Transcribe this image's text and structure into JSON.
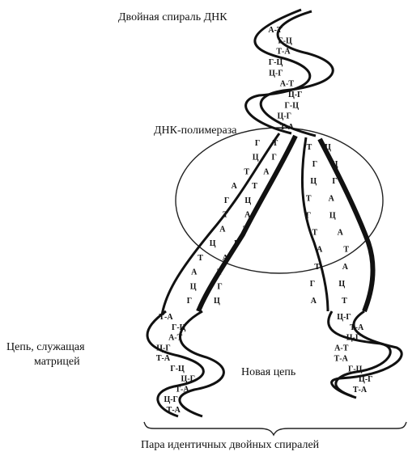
{
  "labels": {
    "title": "Двойная спираль ДНК",
    "polymerase": "ДНК-полимераза",
    "template_line1": "Цепь, служащая",
    "template_line2": "матрицей",
    "new_strand": "Новая цепь",
    "pair": "Пара идентичных двойных спиралей"
  },
  "bases": {
    "top_helix": [
      "А-Т",
      "Г-Ц",
      "Т-А",
      "Г-Ц",
      "Ц-Г",
      "А-Т",
      "Ц-Г",
      "Г-Ц",
      "Ц-Г",
      "Т-А"
    ],
    "left_inner": [
      "Т",
      "Г",
      "А",
      "Т",
      "Ц",
      "А",
      "Т",
      "Г",
      "А",
      "Т",
      "Г",
      "Ц"
    ],
    "left_outer": [
      "Г",
      "Ц",
      "Т",
      "А",
      "Г",
      "Т",
      "А",
      "Ц",
      "Т",
      "А",
      "Ц",
      "Г"
    ],
    "right_inner": [
      "Т",
      "Г",
      "Ц",
      "Т",
      "Г",
      "Т",
      "А",
      "Т",
      "Г",
      "А"
    ],
    "right_outer": [
      "Ц",
      "Ц",
      "Г",
      "А",
      "Ц",
      "А",
      "Т",
      "А",
      "Ц",
      "Т"
    ],
    "bottom_left": [
      "Т-А",
      "Г-Ц",
      "А-Т",
      "Ц-Г",
      "Т-А",
      "Г-Ц",
      "Ц-Г",
      "Т-А",
      "Ц-Г",
      "Т-А"
    ],
    "bottom_right": [
      "Ц-Г",
      "Т-А",
      "Ц-Г",
      "А-Т",
      "Т-А",
      "Г-Ц",
      "Ц-Г",
      "Т-А"
    ]
  }
}
